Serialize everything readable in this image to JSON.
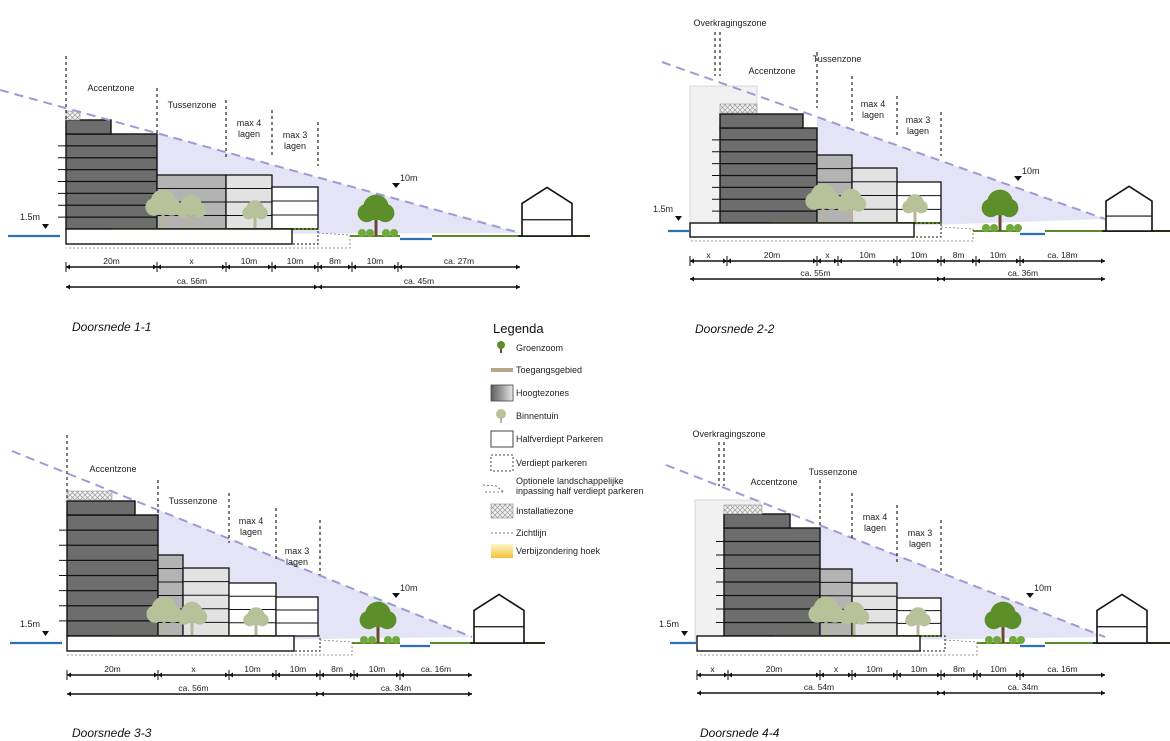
{
  "legend": {
    "title": "Legenda",
    "items": [
      {
        "key": "groenzoom",
        "label": "Groenzoom"
      },
      {
        "key": "toegangsgebied",
        "label": "Toegangsgebied"
      },
      {
        "key": "hoogtezones",
        "label": "Hoogtezones"
      },
      {
        "key": "binnentuin",
        "label": "Binnentuin"
      },
      {
        "key": "halfverdiept",
        "label": "Halfverdiept Parkeren"
      },
      {
        "key": "verdiept",
        "label": "Verdiept parkeren"
      },
      {
        "key": "optioneel",
        "label": "Optionele landschappelijke inpassing half verdiept parkeren"
      },
      {
        "key": "installatie",
        "label": "Installatiezone"
      },
      {
        "key": "zichtlijn",
        "label": "Zichtlijn"
      },
      {
        "key": "verbijzondering",
        "label": "Verbijzondering hoek"
      }
    ]
  },
  "colors": {
    "building_dark": "#6d6d6d",
    "building_mid": "#b3b3b3",
    "building_light": "#e2e2e2",
    "sky_zone": "#e4e4f6",
    "sightline": "#9b9bd6",
    "water": "#2f6fb5",
    "grass": "#5a8a2e",
    "tree": "#5c8e2a",
    "ghost_tree": "#b8c29a",
    "access": "#b5a88a"
  },
  "sections": [
    {
      "id": "s11",
      "caption": "Doorsnede 1-1",
      "labels": {
        "accent": "Accentzone",
        "tussen": "Tussenzone",
        "max4a": "max 4",
        "max4b": "lagen",
        "max3a": "max 3",
        "max3b": "lagen",
        "level_right": "10m",
        "level_left": "1.5m"
      },
      "dims_top": [
        "20m",
        "x",
        "10m",
        "10m",
        "8m",
        "10m",
        "ca. 27m"
      ],
      "dims_bottom": [
        "ca. 56m",
        "ca. 45m"
      ]
    },
    {
      "id": "s22",
      "caption": "Doorsnede 2-2",
      "labels": {
        "overkraging": "Overkragingszone",
        "accent": "Accentzone",
        "tussen": "Tussenzone",
        "max4a": "max 4",
        "max4b": "lagen",
        "max3a": "max 3",
        "max3b": "lagen",
        "level_right": "10m",
        "level_left": "1.5m"
      },
      "dims_top": [
        "x",
        "20m",
        "x",
        "10m",
        "10m",
        "8m",
        "10m",
        "ca. 18m"
      ],
      "dims_bottom": [
        "ca. 55m",
        "ca. 36m"
      ]
    },
    {
      "id": "s33",
      "caption": "Doorsnede 3-3",
      "labels": {
        "accent": "Accentzone",
        "tussen": "Tussenzone",
        "max4a": "max 4",
        "max4b": "lagen",
        "max3a": "max 3",
        "max3b": "lagen",
        "level_right": "10m",
        "level_left": "1.5m"
      },
      "dims_top": [
        "20m",
        "x",
        "10m",
        "10m",
        "8m",
        "10m",
        "ca. 16m"
      ],
      "dims_bottom": [
        "ca. 56m",
        "ca. 34m"
      ]
    },
    {
      "id": "s44",
      "caption": "Doorsnede 4-4",
      "labels": {
        "overkraging": "Overkragingszone",
        "accent": "Accentzone",
        "tussen": "Tussenzone",
        "max4a": "max 4",
        "max4b": "lagen",
        "max3a": "max 3",
        "max3b": "lagen",
        "level_right": "10m",
        "level_left": "1.5m"
      },
      "dims_top": [
        "x",
        "20m",
        "x",
        "10m",
        "10m",
        "8m",
        "10m",
        "ca. 16m"
      ],
      "dims_bottom": [
        "ca. 54m",
        "ca. 34m"
      ]
    }
  ]
}
